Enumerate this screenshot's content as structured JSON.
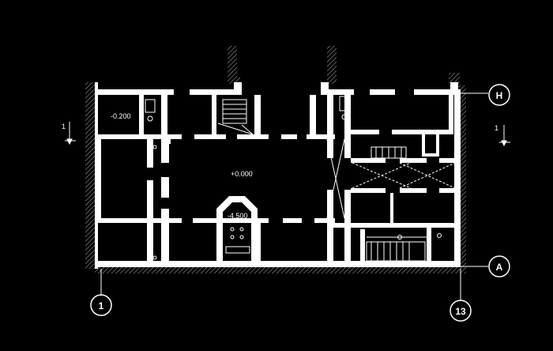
{
  "labels": {
    "level_ground": "+0.000",
    "level_room_nw": "-0.200",
    "level_center": "-4.500"
  },
  "axes": {
    "top_right": "H",
    "bottom_right": "A",
    "bottom_left": "1",
    "bottom_right_col": "13"
  },
  "section_marks": {
    "left": "1",
    "right": "1"
  },
  "colors": {
    "background": "#000000",
    "wall": "#ffffff",
    "hatch": "#9a9a9a",
    "line": "#ffffff"
  }
}
